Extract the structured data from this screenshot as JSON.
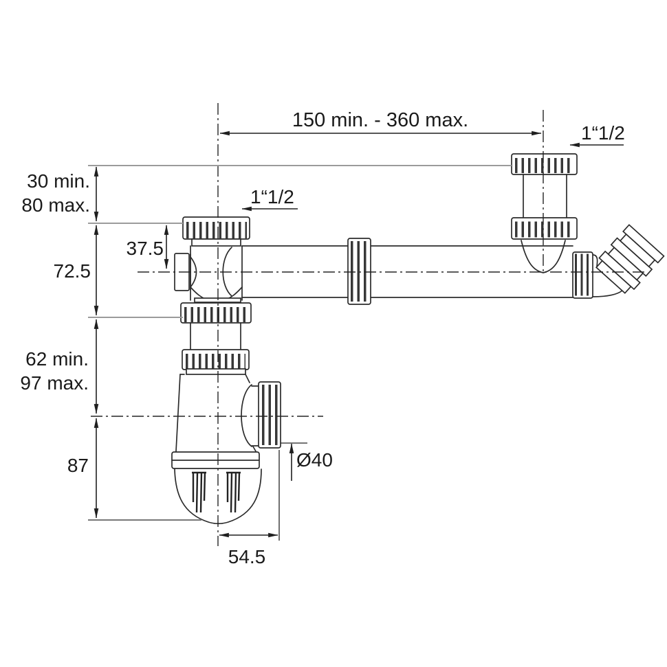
{
  "page": {
    "background": "#ffffff"
  },
  "colors": {
    "outline": "#2b2b2b",
    "dimension_lines": "#1f1f1f",
    "datum_lines": "#9b9b9b",
    "text": "#1a1a1a"
  },
  "diagram": {
    "type": "technical-drawing",
    "labels": {
      "top_span": "150 min. - 360 max.",
      "thread_right": "1“1/2",
      "thread_trap": "1“1/2",
      "offset_min": "30 min.",
      "offset_max": "80 max.",
      "flange_to_axis": "37.5",
      "inlet_height": "72.5",
      "drop_min": "62 min.",
      "drop_max": "97 max.",
      "cup_depth": "87",
      "outlet_diameter": "Ø40",
      "outlet_offset": "54.5"
    }
  }
}
